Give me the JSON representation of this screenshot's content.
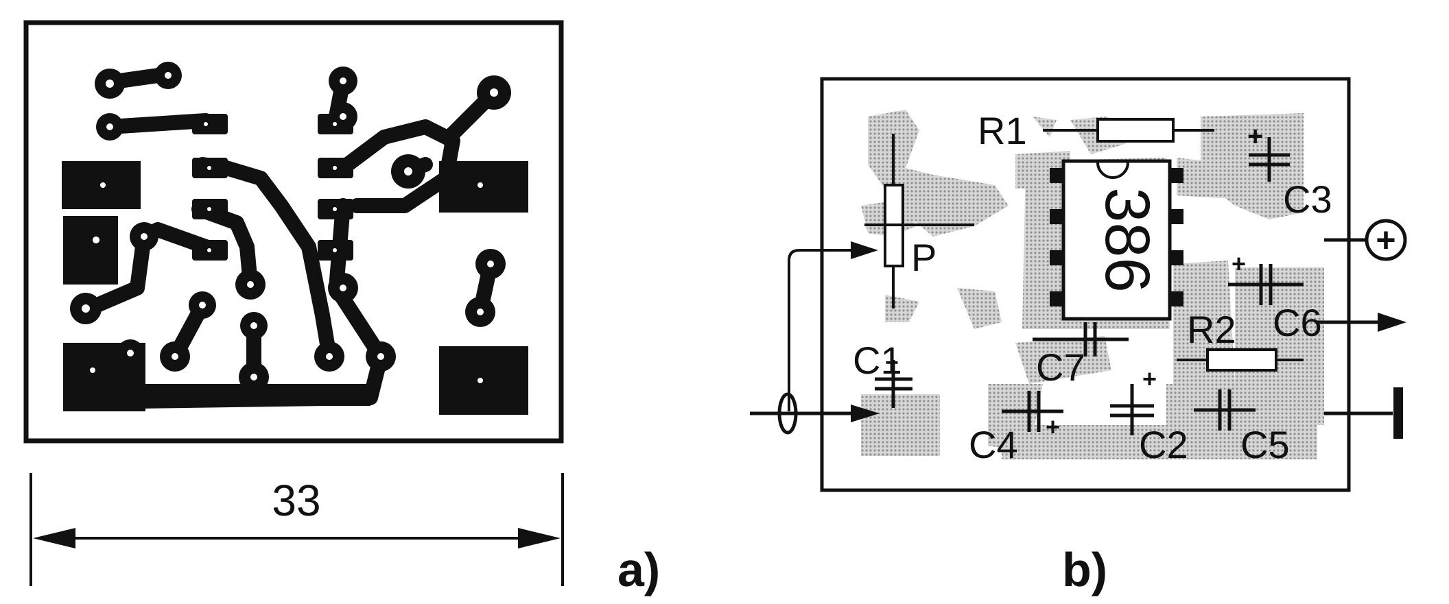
{
  "panel_a": {
    "caption": "a)",
    "dimension_value": "33"
  },
  "panel_b": {
    "caption": "b)",
    "ic_label": "386",
    "components": {
      "r1": "R1",
      "r2": "R2",
      "c1": "C1",
      "c2": "C2",
      "c3": "C3",
      "c4": "C4",
      "c5": "C5",
      "c6": "C6",
      "c7": "C7",
      "pot": "P"
    },
    "polarity_plus": "+",
    "terminals": {
      "positive_supply": "+"
    }
  },
  "colors": {
    "ink": "#111111",
    "copper_shade": "#b9b9b9",
    "background": "#ffffff"
  }
}
